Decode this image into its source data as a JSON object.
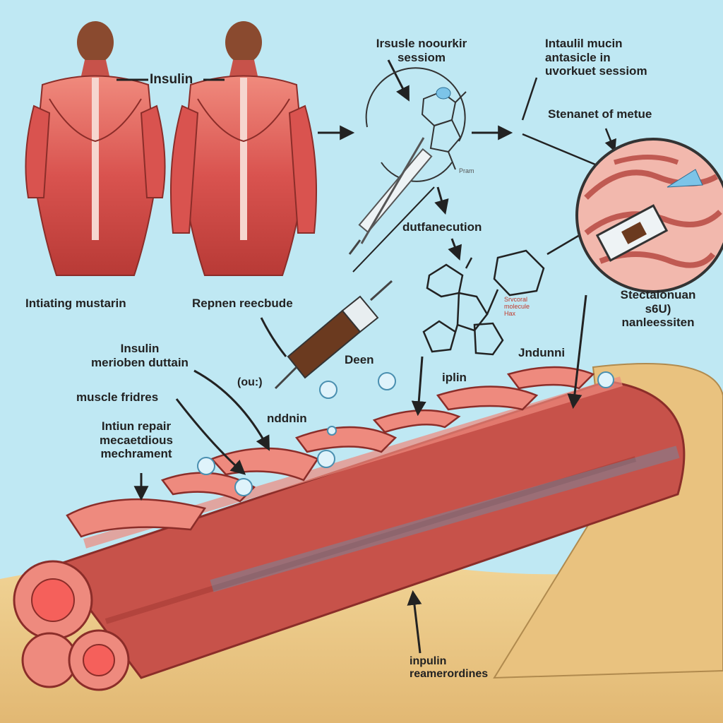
{
  "labels": {
    "insulin_top": "Insulin",
    "insulin_session": [
      "Irsusle noourkir",
      "sessiom"
    ],
    "insulin_muscin": [
      "Intaulil mucin",
      "antasicle in",
      "uvorkuet sessiom"
    ],
    "stenanet": "Stenanet of metue",
    "initiating": "Intiating mustarin",
    "repnen": "Repnen reecbude",
    "dutfanecution": "dutfanecution",
    "stectalonuan": [
      "Stectalonuan",
      "s6U)",
      "nanleessiten"
    ],
    "insulin_merioben": [
      "Insulin",
      "merioben duttain"
    ],
    "deen": "Deen",
    "out": "(ou:)",
    "iplin": "iplin",
    "jndunni": "Jndunni",
    "muscle_fridres": "muscle fridres",
    "nddnin": "nddnin",
    "intiun_repair": [
      "Intiun repair",
      "mecaetdious",
      "mechrament"
    ],
    "inpulin": [
      "inpulin",
      "reamerordines"
    ],
    "fig_red": [
      "Srvcoral",
      "molecule",
      "Hax"
    ],
    "fig_gray": "Pram"
  },
  "colors": {
    "background": "#bfe8f3",
    "muscle": "#d9534f",
    "muscle_light": "#ee8a7e",
    "sand": "#ecc98a",
    "text": "#222222"
  },
  "icons": [
    "arrow-icon",
    "syringe-icon",
    "molecule-icon",
    "magnifier-icon",
    "bubble-icon"
  ]
}
